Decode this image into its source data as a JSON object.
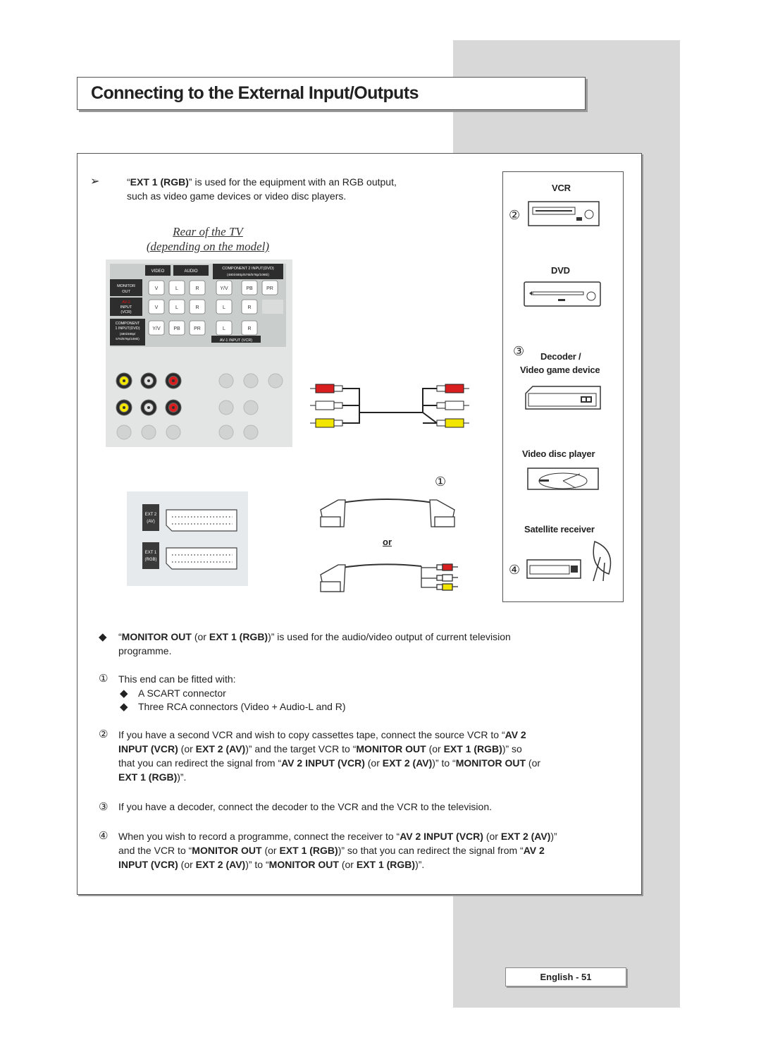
{
  "title": "Connecting to the External Input/Outputs",
  "note": {
    "arrow": "➢",
    "text_bold": "EXT 1 (RGB)",
    "text_pre": "“",
    "text_post": "” is used for the equipment with an RGB output, such as video game devices or video disc players."
  },
  "rear_label": {
    "line1": "Rear of the TV",
    "line2": "(depending on the model)"
  },
  "panel": {
    "headers": [
      "VIDEO",
      "AUDIO",
      "COMPONENT 2 INPUT(DVD)",
      "(480i/480p/576i/576p/1080i)"
    ],
    "rows": [
      {
        "label": "MONITOR OUT",
        "jacks": [
          "V",
          "L",
          "R",
          "Y/V",
          "PB",
          "PR"
        ]
      },
      {
        "label": "AV-2 INPUT (VCR)",
        "jacks": [
          "V",
          "L",
          "R",
          "L",
          "R"
        ]
      },
      {
        "label": "COMPONENT 1 INPUT(DVD)",
        "sub": "(480i/480p/576i/576p/1080i)",
        "jacks": [
          "Y/V",
          "PB",
          "PR",
          "L",
          "R"
        ]
      }
    ],
    "av1": "AV-1 INPUT (VCR)",
    "scart_labels": [
      "EXT 2 (AV)",
      "EXT 1 (RGB)"
    ]
  },
  "or_label": "or",
  "devices": {
    "vcr": "VCR",
    "dvd": "DVD",
    "decoder": "Decoder /",
    "videogame": "Video game device",
    "videodisc": "Video disc player",
    "satellite": "Satellite receiver"
  },
  "markers": {
    "one": "①",
    "two": "②",
    "three": "③",
    "four": "④",
    "diamond": "◆"
  },
  "paragraphs": {
    "monitor_out": {
      "p1": "“",
      "b1": "MONITOR OUT",
      "p2": " (or ",
      "b2": "EXT 1 (RGB)",
      "p3": ")” is used for the audio/video output of current television programme."
    },
    "item1_intro": "This end can be fitted with:",
    "item1_a": "A SCART connector",
    "item1_b": "Three RCA connectors (Video + Audio-L and R)",
    "item2": {
      "p1": "If you have a second VCR and wish to copy cassettes tape, connect the source VCR to “",
      "b1": "AV 2 INPUT (VCR)",
      "p2": " (or ",
      "b2": "EXT 2 (AV)",
      "p3": ")” and the target VCR to “",
      "b3": "MONITOR OUT",
      "p4": " (or ",
      "b4": "EXT 1 (RGB)",
      "p5": ")” so that you can redirect the signal from “",
      "b5": "AV 2 INPUT (VCR)",
      "p6": " (or ",
      "b6": "EXT 2 (AV)",
      "p7": ")” to “",
      "b7": "MONITOR OUT",
      "p8": " (or ",
      "b8": "EXT 1 (RGB)",
      "p9": ")”."
    },
    "item3": "If you have a decoder, connect the decoder to the VCR and the VCR to the television.",
    "item4": {
      "p1": "When you wish to record a programme, connect the receiver to “",
      "b1": "AV 2 INPUT (VCR)",
      "p2": " (or ",
      "b2": "EXT 2 (AV)",
      "p3": ")” and the VCR to “",
      "b3": "MONITOR OUT",
      "p4": " (or ",
      "b4": "EXT 1 (RGB)",
      "p5": ")” so that you can redirect the signal from “",
      "b5": "AV 2 INPUT (VCR)",
      "p6": " (or ",
      "b6": "EXT 2 (AV)",
      "p7": ")” to “",
      "b7": "MONITOR OUT",
      "p8": " (or ",
      "b8": "EXT 1 (RGB)",
      "p9": ")”."
    }
  },
  "page_label": "English - 51",
  "colors": {
    "band": "#d8d8d8",
    "jack_yellow": "#f2e600",
    "jack_red": "#d81e1e",
    "panel_bg": "#e2e5e4"
  }
}
